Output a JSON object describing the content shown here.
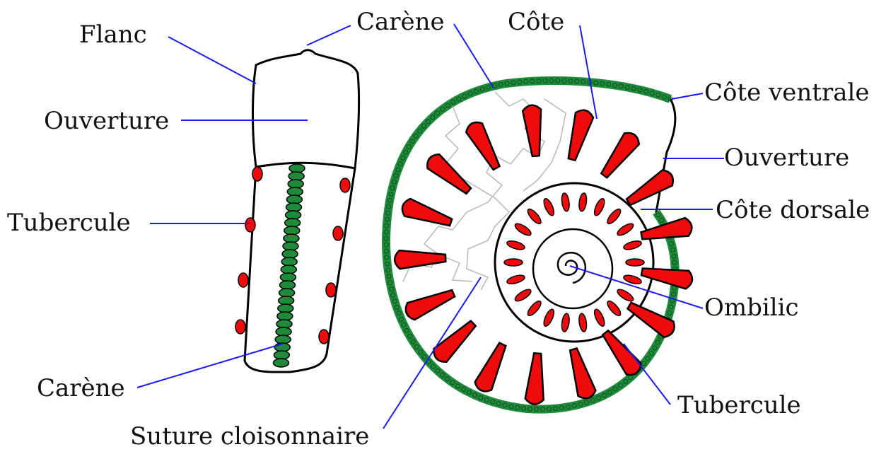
{
  "colors": {
    "rib": "#ee0b0b",
    "keel": "#1e8a3a",
    "outline": "#000000",
    "leader": "#1a1aee",
    "suture": "#b8b8b8"
  },
  "labels": {
    "flanc": "Flanc",
    "ouverture_left": "Ouverture",
    "tubercule_left": "Tubercule",
    "carene_bottom": "Carène",
    "suture": "Suture cloisonnaire",
    "carene_top": "Carène",
    "cote": "Côte",
    "cote_ventrale": "Côte ventrale",
    "ouverture_right": "Ouverture",
    "cote_dorsale": "Côte dorsale",
    "ombilic": "Ombilic",
    "tubercule_right": "Tubercule"
  },
  "figures": {
    "front_view": {
      "name": "ammonite-front-view"
    },
    "side_view": {
      "name": "ammonite-side-view"
    }
  }
}
